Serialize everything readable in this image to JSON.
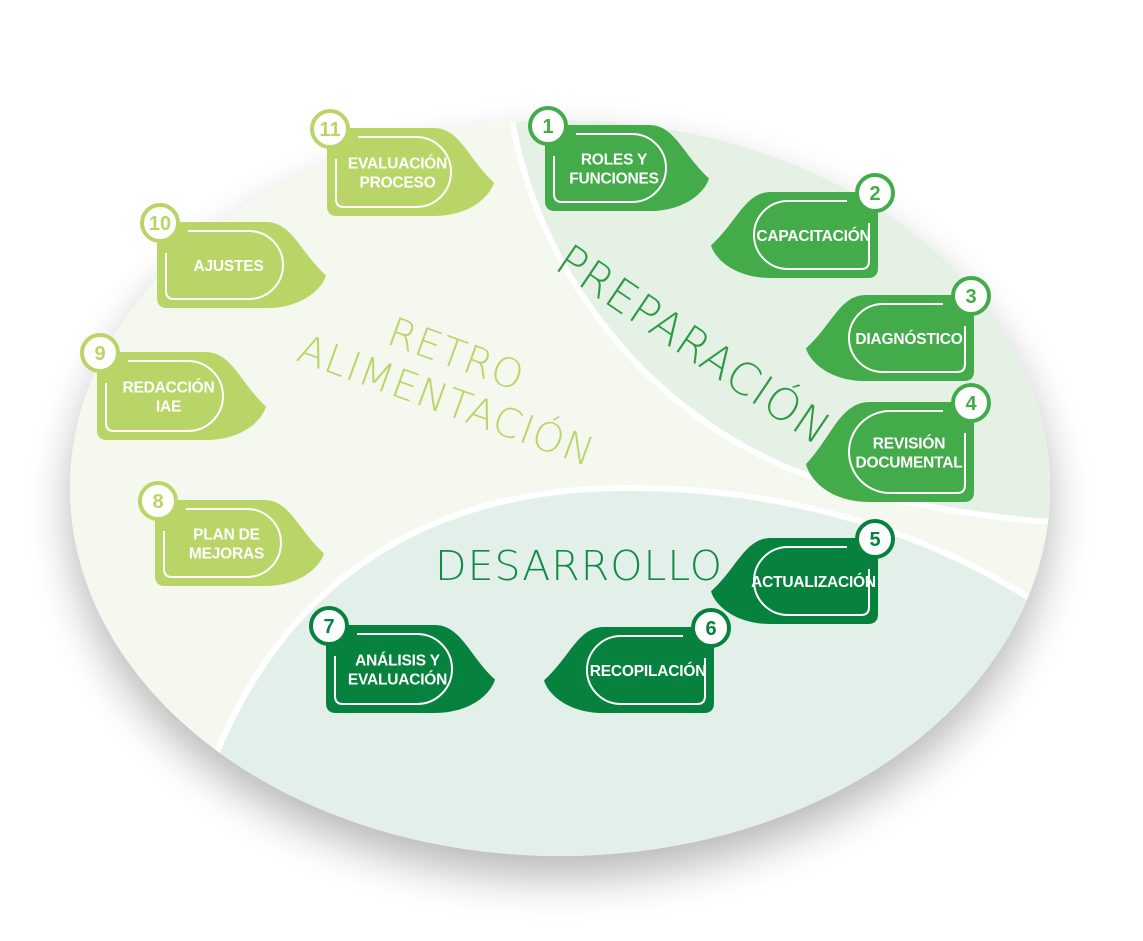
{
  "diagram": {
    "colors": {
      "background": "#ffffff",
      "outer_fill": "#f4f8ee",
      "preparacion_fill": "#e5f1e4",
      "desarrollo_fill": "#e3f0e9",
      "separator": "#ffffff",
      "preparacion_tag": "#43ab4a",
      "desarrollo_tag": "#06813e",
      "retro_tag": "#bad567",
      "preparacion_title": "#2f9a45",
      "desarrollo_title": "#128a47",
      "retro_title": "#bad567"
    },
    "phases": [
      {
        "id": "preparacion",
        "title": "PREPARACIÓN"
      },
      {
        "id": "desarrollo",
        "title": "DESARROLLO"
      },
      {
        "id": "retro",
        "title_line1": "RETRO",
        "title_line2": "ALIMENTACIÓN"
      }
    ],
    "steps": [
      {
        "number": "1",
        "phase": "preparacion",
        "lines": [
          "ROLES  Y",
          "FUNCIONES"
        ]
      },
      {
        "number": "2",
        "phase": "preparacion",
        "lines": [
          "CAPACITACIÓN"
        ]
      },
      {
        "number": "3",
        "phase": "preparacion",
        "lines": [
          "DIAGNÓSTICO"
        ]
      },
      {
        "number": "4",
        "phase": "preparacion",
        "lines": [
          "REVISIÓN",
          "DOCUMENTAL"
        ]
      },
      {
        "number": "5",
        "phase": "desarrollo",
        "lines": [
          "ACTUALIZACIÓN"
        ]
      },
      {
        "number": "6",
        "phase": "desarrollo",
        "lines": [
          "RECOPILACIÓN"
        ]
      },
      {
        "number": "7",
        "phase": "desarrollo",
        "lines": [
          "ANÁLISIS Y",
          "EVALUACIÓN"
        ]
      },
      {
        "number": "8",
        "phase": "retro",
        "lines": [
          "PLAN DE",
          "MEJORAS"
        ]
      },
      {
        "number": "9",
        "phase": "retro",
        "lines": [
          "REDACCIÓN",
          "IAE"
        ]
      },
      {
        "number": "10",
        "phase": "retro",
        "lines": [
          "AJUSTES"
        ]
      },
      {
        "number": "11",
        "phase": "retro",
        "lines": [
          "EVALUACIÓN",
          "PROCESO"
        ]
      }
    ]
  }
}
